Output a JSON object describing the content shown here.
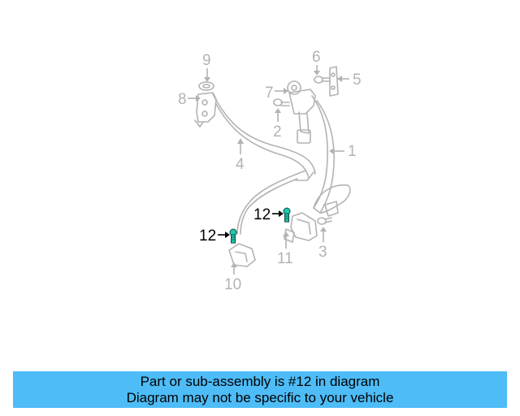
{
  "diagram": {
    "callouts": {
      "c1": "1",
      "c2": "2",
      "c3": "3",
      "c4": "4",
      "c5": "5",
      "c6": "6",
      "c7": "7",
      "c8": "8",
      "c9": "9",
      "c10": "10",
      "c11": "11",
      "c12a": "12",
      "c12b": "12"
    },
    "highlight_color": "#1ec9b0",
    "faded_color": "#b3b3b3"
  },
  "banner": {
    "line1": "Part or sub-assembly is #12 in diagram",
    "line2": "Diagram may not be specific to your vehicle",
    "background": "#4dbcf7"
  }
}
